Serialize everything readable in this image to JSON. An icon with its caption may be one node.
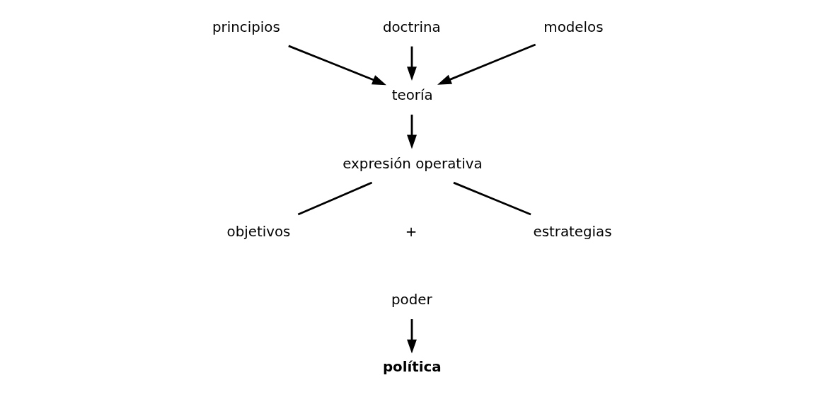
{
  "diagram": {
    "nodes": [
      {
        "text": [
          "principios"
        ]
      },
      {
        "text": [
          "doctrina"
        ]
      },
      {
        "text": [
          "modelos"
        ]
      },
      {
        "text": [
          "teoría"
        ]
      },
      {
        "text": [
          "expresión operativa"
        ]
      },
      {
        "text": [
          "objetivos"
        ]
      },
      {
        "text": [
          "estrategias"
        ]
      },
      {
        "text": [
          "poder"
        ]
      },
      {
        "text": [
          "política"
        ]
      }
    ],
    "edges": [
      {
        "from": 0,
        "to": 3,
        "arrow": "to"
      },
      {
        "from": 1,
        "to": 3,
        "arrow": "to"
      },
      {
        "from": 2,
        "to": 3,
        "arrow": "to"
      },
      {
        "from": 3,
        "to": 4,
        "arrow": "to"
      },
      {
        "from": 4,
        "to": 5,
        "arrow": "none"
      },
      {
        "from": 4,
        "to": 6,
        "arrow": "none"
      },
      {
        "from": 7,
        "to": 8,
        "arrow": "to"
      }
    ],
    "labels": [
      "+"
    ]
  }
}
